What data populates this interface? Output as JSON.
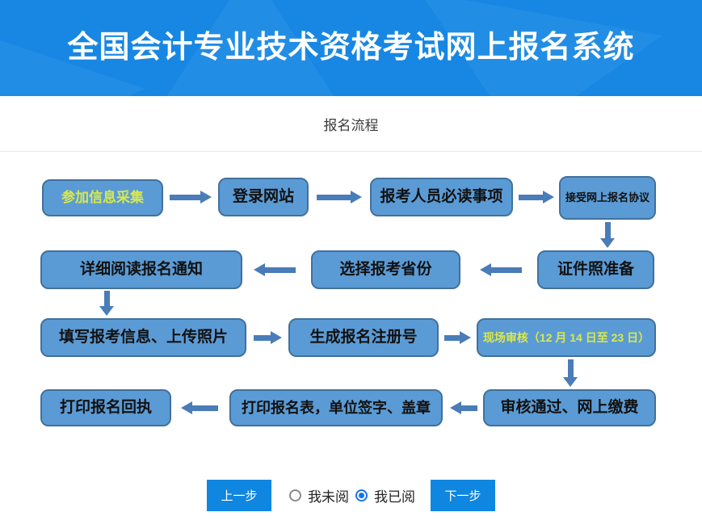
{
  "header": {
    "title": "全国会计专业技术资格考试网上报名系统"
  },
  "section": {
    "title": "报名流程"
  },
  "flow": {
    "boxes": [
      {
        "label": "参加信息采集",
        "highlighted": true
      },
      {
        "label": "登录网站",
        "highlighted": false
      },
      {
        "label": "报考人员必读事项",
        "highlighted": false
      },
      {
        "label": "接受网上报名协议",
        "highlighted": false
      },
      {
        "label": "详细阅读报名通知",
        "highlighted": false
      },
      {
        "label": "选择报考省份",
        "highlighted": false
      },
      {
        "label": "证件照准备",
        "highlighted": false
      },
      {
        "label": "填写报考信息、上传照片",
        "highlighted": false
      },
      {
        "label": "生成报名注册号",
        "highlighted": false
      },
      {
        "label": "现场审核（12 月 14 日至 23 日）",
        "highlighted": true
      },
      {
        "label": "打印报名回执",
        "highlighted": false
      },
      {
        "label": "打印报名表，单位签字、盖章",
        "highlighted": false
      },
      {
        "label": "审核通过、网上缴费",
        "highlighted": false
      }
    ]
  },
  "footer": {
    "prev_label": "上一步",
    "next_label": "下一步",
    "radio_unread_label": "我未阅",
    "radio_read_label": "我已阅",
    "selected_option": "我已阅"
  },
  "colors": {
    "header_bg": "#1787e3",
    "box_fill": "#5b9bd5",
    "box_border": "#41719c",
    "arrow": "#4a7cb8",
    "highlight_text": "#d9e84b",
    "button_bg": "#0f86e0",
    "radio_checked": "#1a73e8"
  }
}
